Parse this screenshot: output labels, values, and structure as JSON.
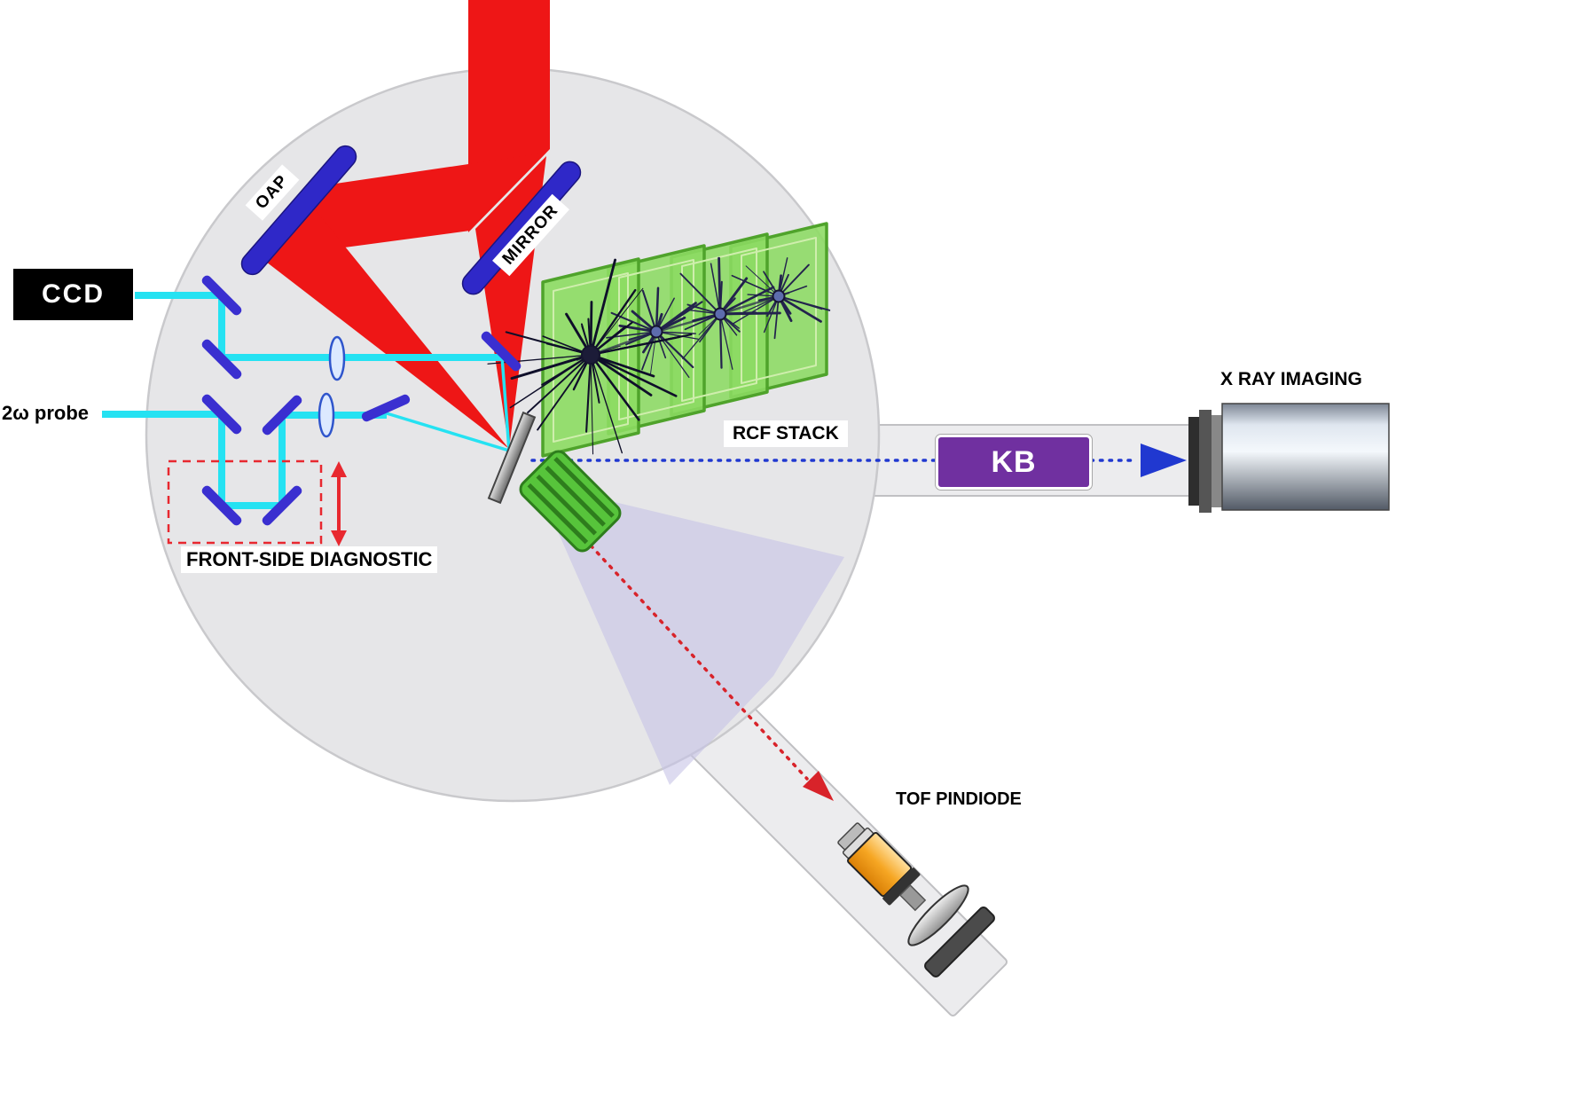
{
  "labels": {
    "oap": "OAP",
    "mirror": "MIRROR",
    "ccd": "CCD",
    "probe": "2ω probe",
    "front_side_diagnostic": "FRONT-SIDE DIAGNOSTIC",
    "rcf_stack": "RCF STACK",
    "kb": "KB",
    "xray_imaging": "X RAY IMAGING",
    "tof_pindiode": "TOF PINDIODE"
  },
  "colors": {
    "laser_red": "#ee1616",
    "probe_cyan": "#25e2f2",
    "optic_blue": "#3228c8",
    "rcf_green": "#8cdb62",
    "kb_purple": "#7030a0",
    "xray_axis_blue": "#2038d0",
    "tof_axis_red": "#d8232a",
    "chamber_gray": "#e6e6e8",
    "electron_cone_purple": "#c7c3e6"
  }
}
